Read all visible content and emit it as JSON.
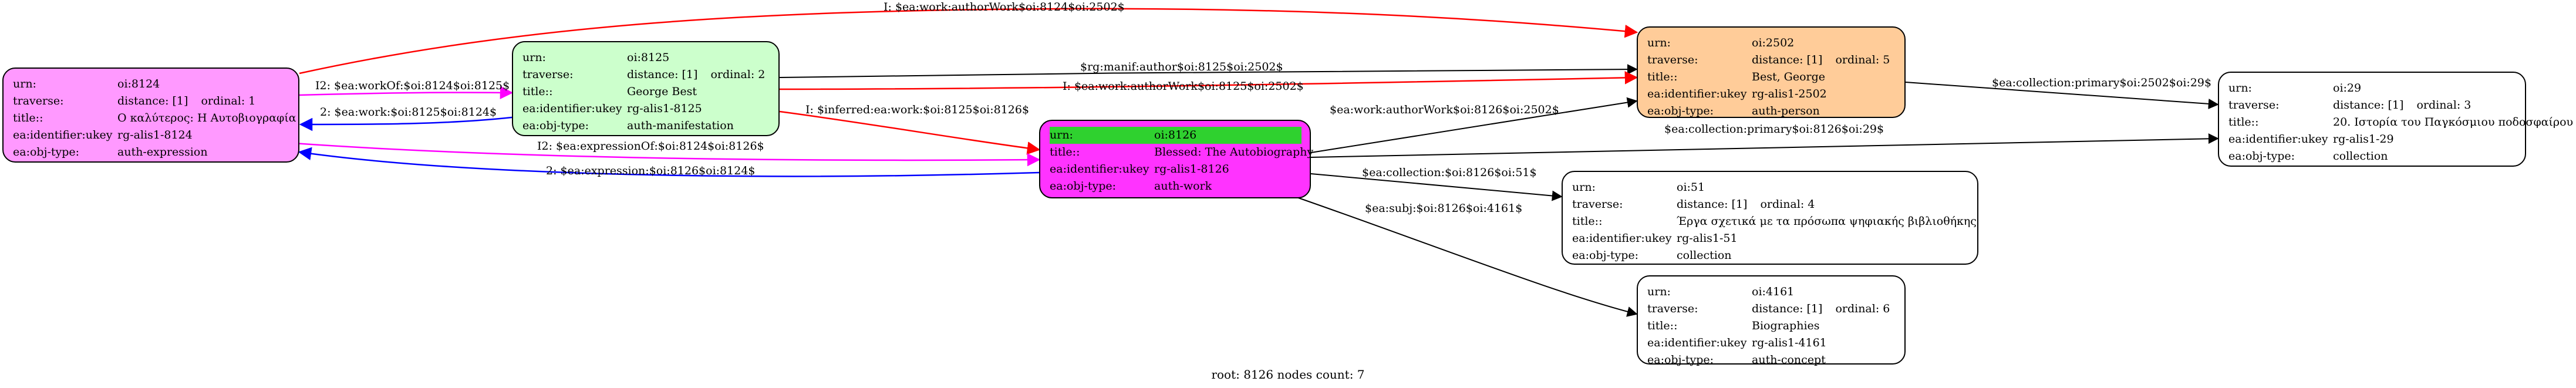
{
  "nodes": [
    {
      "id": "n8124",
      "fill": "#ff99ff",
      "urn": "oi:8124",
      "traverse": "distance: [1]",
      "ordinal": "ordinal: 1",
      "title": "Ο καλύτερος: Η Αυτοβιογραφία",
      "ukey": "rg-alis1-8124",
      "type": "auth-expression"
    },
    {
      "id": "n8125",
      "fill": "#ccffcc",
      "urn": "oi:8125",
      "traverse": "distance: [1]",
      "ordinal": "ordinal: 2",
      "title": "George Best",
      "ukey": "rg-alis1-8125",
      "type": "auth-manifestation"
    },
    {
      "id": "n8126",
      "fill": "#ff33ff",
      "urn": "oi:8126",
      "traverse": "",
      "ordinal": "",
      "title": "Blessed: The Autobiography",
      "ukey": "rg-alis1-8126",
      "type": "auth-work",
      "highlight": "#33cc33"
    },
    {
      "id": "n2502",
      "fill": "#ffcc99",
      "urn": "oi:2502",
      "traverse": "distance: [1]",
      "ordinal": "ordinal: 5",
      "title": "Best, George",
      "ukey": "rg-alis1-2502",
      "type": "auth-person"
    },
    {
      "id": "n29",
      "fill": "#ffffff",
      "urn": "oi:29",
      "traverse": "distance: [1]",
      "ordinal": "ordinal: 3",
      "title": "20. Ιστορία του Παγκόσμιου ποδοσφαίρου",
      "ukey": "rg-alis1-29",
      "type": "collection"
    },
    {
      "id": "n51",
      "fill": "#ffffff",
      "urn": "oi:51",
      "traverse": "distance: [1]",
      "ordinal": "ordinal: 4",
      "title": "Έργα σχετικά με τα πρόσωπα ψηφιακής βιβλιοθήκης",
      "ukey": "rg-alis1-51",
      "type": "collection"
    },
    {
      "id": "n4161",
      "fill": "#ffffff",
      "urn": "oi:4161",
      "traverse": "distance: [1]",
      "ordinal": "ordinal: 6",
      "title": "Biographies",
      "ukey": "rg-alis1-4161",
      "type": "auth-concept"
    }
  ],
  "keys": {
    "urn": "urn:",
    "traverse": "traverse:",
    "title": "title::",
    "ukey": "ea:identifier:ukey",
    "type": "ea:obj-type:"
  },
  "edges": [
    {
      "id": "e1",
      "label": "I: $ea:work:authorWork$oi:8124$oi:2502$",
      "color": "#ff0000"
    },
    {
      "id": "e2",
      "label": "I2: $ea:workOf:$oi:8124$oi:8125$",
      "color": "#ff00ff"
    },
    {
      "id": "e3",
      "label": "2: $ea:work:$oi:8125$oi:8124$",
      "color": "#0000ff"
    },
    {
      "id": "e4",
      "label": "$rg:manif:author$oi:8125$oi:2502$",
      "color": "#000000"
    },
    {
      "id": "e5",
      "label": "I: $ea:work:authorWork$oi:8125$oi:2502$",
      "color": "#ff0000"
    },
    {
      "id": "e6",
      "label": "I: $inferred:ea:work:$oi:8125$oi:8126$",
      "color": "#ff0000"
    },
    {
      "id": "e7",
      "label": "I2: $ea:expressionOf:$oi:8124$oi:8126$",
      "color": "#ff00ff"
    },
    {
      "id": "e8",
      "label": "2: $ea:expression:$oi:8126$oi:8124$",
      "color": "#0000ff"
    },
    {
      "id": "e9",
      "label": "$ea:work:authorWork$oi:8126$oi:2502$",
      "color": "#000000"
    },
    {
      "id": "e10",
      "label": "$ea:collection:primary$oi:8126$oi:29$",
      "color": "#000000"
    },
    {
      "id": "e11",
      "label": "$ea:collection:$oi:8126$oi:51$",
      "color": "#000000"
    },
    {
      "id": "e12",
      "label": "$ea:subj:$oi:8126$oi:4161$",
      "color": "#000000"
    },
    {
      "id": "e13",
      "label": "$ea:collection:primary$oi:2502$oi:29$",
      "color": "#000000"
    }
  ],
  "footer": "root: 8126 nodes count: 7"
}
